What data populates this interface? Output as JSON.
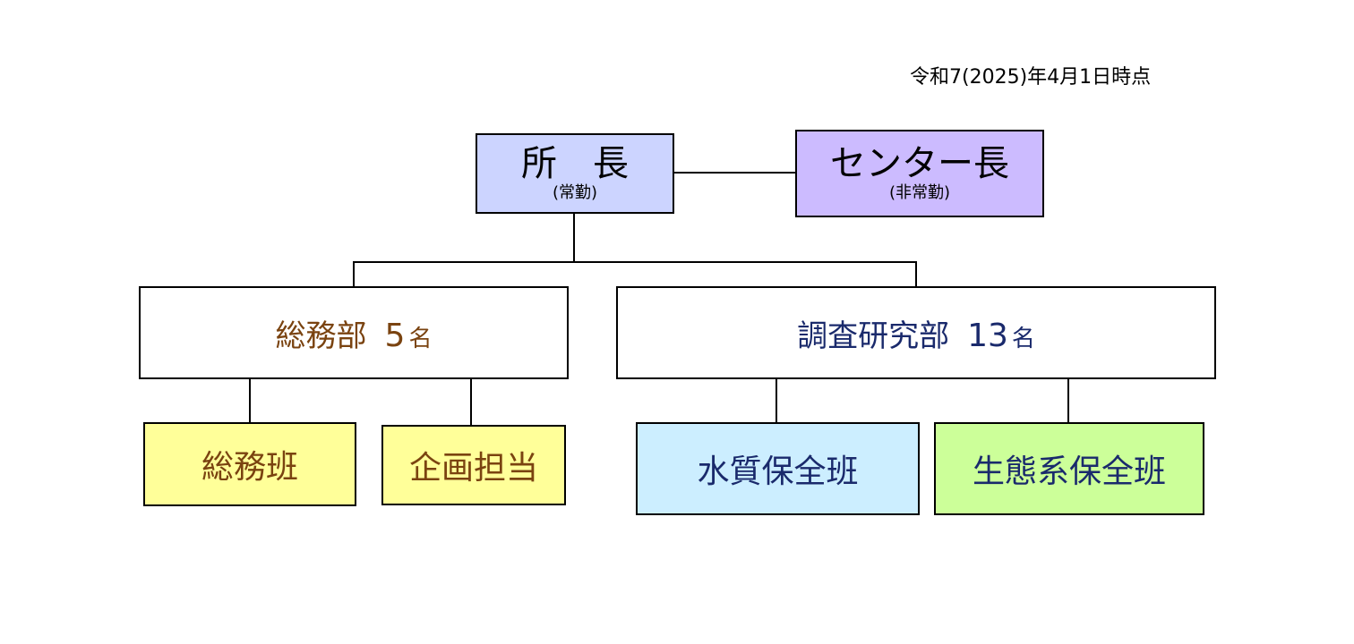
{
  "as_of": "令和7(2025)年4月1日時点",
  "colors": {
    "director_fill": "#ccd4ff",
    "center_head_fill": "#ccbbff",
    "general_text": "#7a4310",
    "research_text": "#1a2a6c",
    "yellow_fill": "#ffff99",
    "water_fill": "#cceeff",
    "ecosystem_fill": "#ccff99"
  },
  "director": {
    "title": "所　長",
    "note": "(常勤)"
  },
  "center_head": {
    "title": "センター長",
    "note": "(非常勤)"
  },
  "departments": {
    "general": {
      "name": "総務部",
      "count": "5",
      "unit": "名"
    },
    "research": {
      "name": "調査研究部",
      "count": "13",
      "unit": "名"
    }
  },
  "units": {
    "general_section": "総務班",
    "planning": "企画担当",
    "water_quality": "水質保全班",
    "ecosystem": "生態系保全班"
  }
}
